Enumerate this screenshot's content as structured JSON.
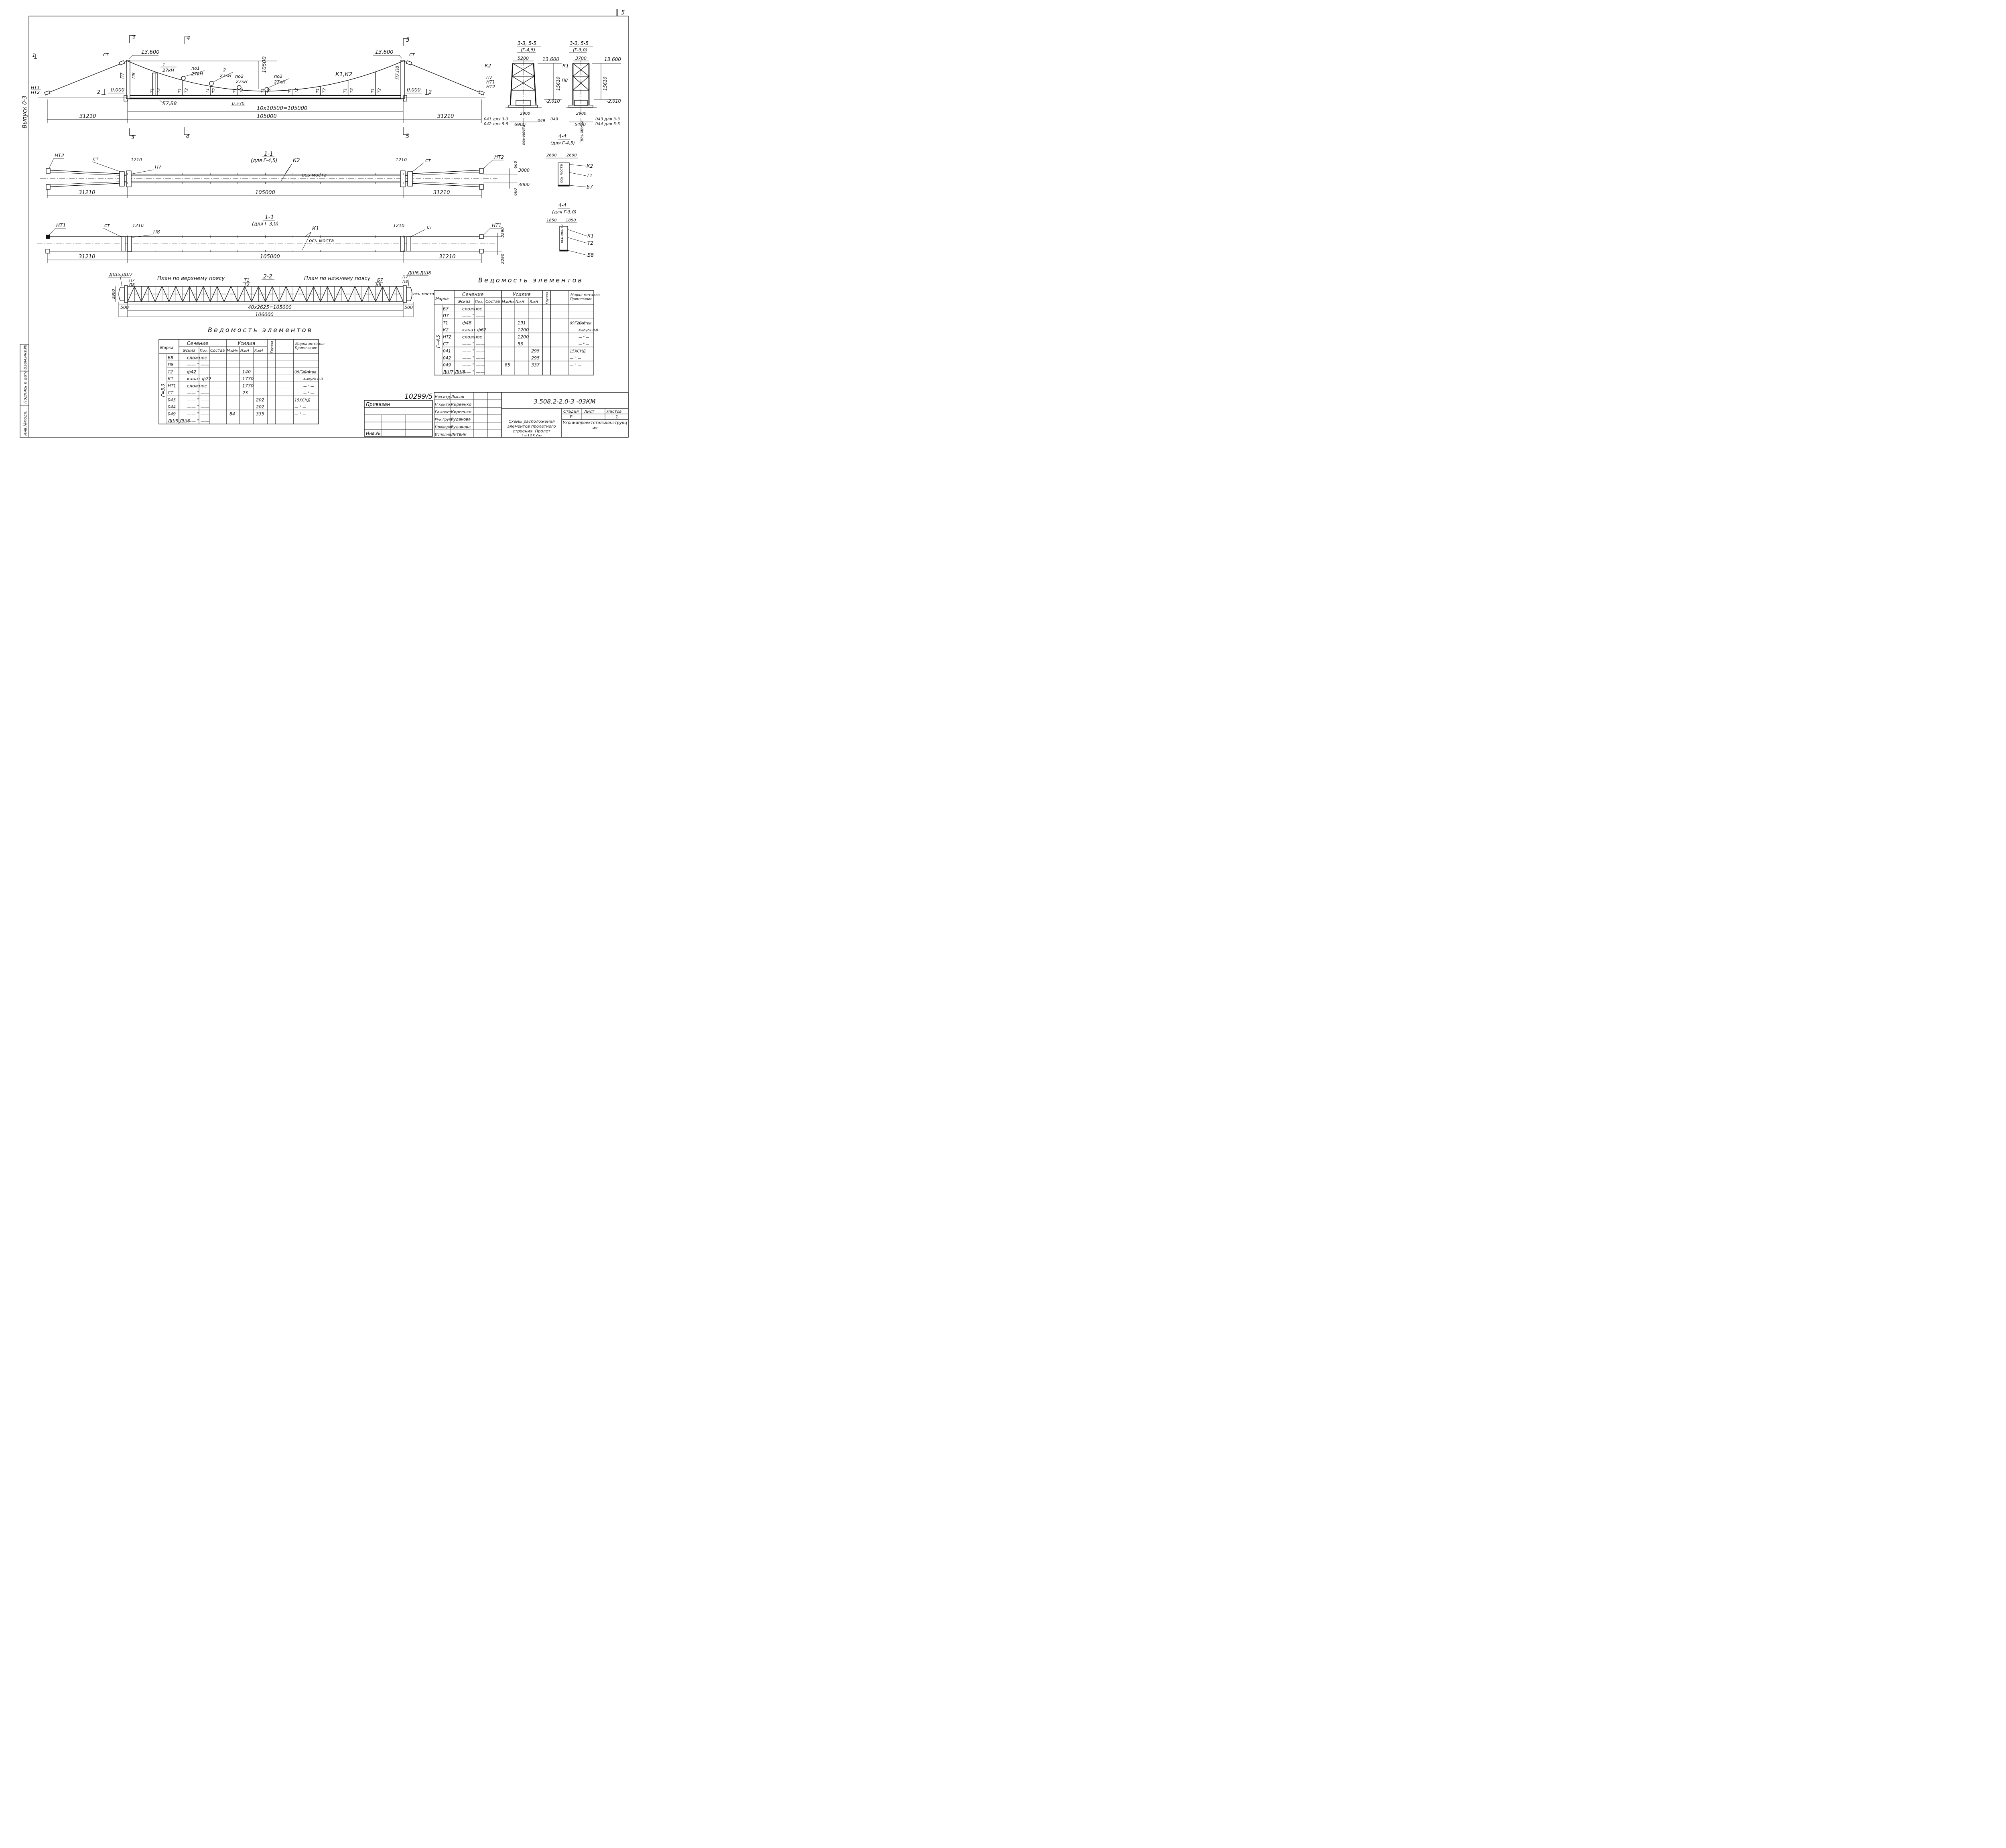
{
  "sheet": {
    "page_number": "5",
    "series": "Выпуск 0-3",
    "code": "3.508.2-2.0-3 -03КМ",
    "attached_label": "Привязан",
    "archive_no": "10299/5",
    "inv_no_label": "Инв.№",
    "title": "Схемы расположения элементов пролетного строения. Пролет L=105,0м",
    "org": "Укрниипроектстальконструкция",
    "stage_head": {
      "stage": "Стадия",
      "sheet": "Лист",
      "sheets": "Листов"
    },
    "stage_vals": {
      "stage": "Р",
      "sheet": "",
      "sheets": "1"
    },
    "staff": [
      {
        "role": "Нач.отд.",
        "name": "Лысов"
      },
      {
        "role": "Н.контр.",
        "name": "Киреенко"
      },
      {
        "role": "Гл.конст.",
        "name": "Киреенко"
      },
      {
        "role": "Рук.групп.",
        "name": "Рудакова"
      },
      {
        "role": "Проверил",
        "name": "Рудакова"
      },
      {
        "role": "Исполнил",
        "name": "Литвин"
      }
    ],
    "margin_stamps": [
      "Инв.№подл.",
      "Подпись и дата",
      "Взам.инв.№"
    ]
  },
  "elevation": {
    "marks": {
      "top_left": "13.600",
      "top_right": "13.600",
      "ground_left": "0.000",
      "ground_right": "0.000",
      "low": "0.530"
    },
    "height": "10500",
    "spans": {
      "left": "31210",
      "right": "31210",
      "panels": "10х10500=105000",
      "total": "105000"
    },
    "labels": {
      "ct_left": "ст",
      "ct_right": "ст",
      "nt1": "НТ1",
      "nt2": "НТ2",
      "nt1r": "НТ1",
      "nt2r": "НТ2",
      "p7": "П7",
      "p8": "П8",
      "p7p8": "П7,П8",
      "b7b8": "Б7,Б8",
      "k1k2": "К1,К2"
    },
    "sections": {
      "s1": "1",
      "s2": "2",
      "s3": "3",
      "s4": "4",
      "s5": "5"
    },
    "loads": [
      {
        "name": "1",
        "force": "27кН"
      },
      {
        "name": "по1",
        "force": "27кН"
      },
      {
        "name": "2",
        "force": "27кН"
      },
      {
        "name": "по2",
        "force": "27кН"
      },
      {
        "name": "по2",
        "force": "27кН"
      }
    ],
    "t1": "Т1",
    "t2": "Т2"
  },
  "tower_views": {
    "v45": {
      "title": "3-3, 5-5",
      "sub": "(Г-4,5)",
      "top": "13.600",
      "bottom": "-2.010",
      "h": "15610",
      "w_top": "5200",
      "base1": "2900",
      "base2": "6900",
      "k": "К2",
      "p": "П7",
      "nt1": "НТ1",
      "nt2": "НТ2",
      "o1": "041 для 3-3",
      "o2": "042 для 5-5",
      "o3": "049",
      "axis": "ось моста"
    },
    "v30": {
      "title": "3-3, 5-5",
      "sub": "(Г-3,0)",
      "top": "13.600",
      "bottom": "-2.010",
      "h": "15610",
      "w_top": "3700",
      "base1": "2900",
      "base2": "5400",
      "k": "К1",
      "p": "П8",
      "o1": "043 для 3-3",
      "o2": "044 для 5-5",
      "o3": "049",
      "axis": "ось моста"
    }
  },
  "plan45": {
    "title": "1-1",
    "sub": "(для Г-4,5)",
    "k": "К2",
    "ct_l": "ст",
    "ct_r": "ст",
    "p": "П7",
    "nt_l": "НТ2",
    "nt_r": "НТ2",
    "d1": "1210",
    "d2": "1210",
    "left": "31210",
    "mid": "105000",
    "right": "31210",
    "w1": "3000",
    "w2": "3000",
    "e1": "660",
    "e2": "660",
    "axis": "ось моста"
  },
  "plan30": {
    "title": "1-1",
    "sub": "(для Г-3,0)",
    "k": "К1",
    "ct_l": "ст",
    "ct_r": "ст",
    "p": "П8",
    "nt_l": "НТ1",
    "nt_r": "НТ1",
    "d1": "1210",
    "d2": "1210",
    "left": "31210",
    "mid": "105000",
    "right": "31210",
    "e1": "2290",
    "e2": "2290",
    "axis": "ось моста"
  },
  "sec44a": {
    "title": "4-4",
    "sub": "(для Г-4,5)",
    "w1": "2600",
    "w2": "2600",
    "k": "К2",
    "t": "Т1",
    "b": "Б7",
    "axis": "ось моста"
  },
  "sec44b": {
    "title": "4-4",
    "sub": "(для Г-3,0)",
    "w1": "1850",
    "w2": "1850",
    "k": "К1",
    "t": "Т2",
    "b": "Б8",
    "axis": "ось моста"
  },
  "plan22": {
    "title": "2-2",
    "upper": "План по верхнему поясу",
    "lower": "План по нижнему поясу",
    "dsh_l": "ДШ5,ДШ7",
    "dsh_r": "ДШ6,ДШ8",
    "p7": "П7",
    "p8": "П8",
    "t1": "Т1",
    "t2": "Т2",
    "b7": "Б7",
    "b8": "Б8",
    "width": "2900",
    "ends": [
      "500",
      "500"
    ],
    "panels": "40х2625=105000",
    "total": "106000",
    "axis": "ось моста"
  },
  "table_right": {
    "title": "Ведомость элементов",
    "head": {
      "mark": "Марка",
      "section": "Сечение",
      "sketch": "Эскиз",
      "pos": "Поз.",
      "comp": "Состав",
      "forces": "Усилия",
      "m": "M,кНм",
      "n": "N,кН",
      "r": "R,кН",
      "group": "Группа",
      "steel": "Марка металла",
      "note": "Примечание"
    },
    "group_label": "Г=4,5",
    "rows": [
      {
        "mark": "Б7",
        "comp": "сложное",
        "m": "",
        "n": "",
        "r": "",
        "steel": "",
        "note": ""
      },
      {
        "mark": "П7",
        "comp": "—— \" ——",
        "m": "",
        "n": "",
        "r": "",
        "steel": "",
        "note": ""
      },
      {
        "mark": "Т1",
        "comp": "ф48",
        "m": "",
        "n": "191",
        "r": "",
        "steel": "09Г2С-6",
        "note": "смотри"
      },
      {
        "mark": "К2",
        "comp": "канат ф62",
        "m": "",
        "n": "1200",
        "r": "",
        "steel": "",
        "note": "выпуск 0-0"
      },
      {
        "mark": "НТ2",
        "comp": "сложное",
        "m": "",
        "n": "1200",
        "r": "",
        "steel": "",
        "note": "— \" —"
      },
      {
        "mark": "СТ",
        "comp": "—— \" ——",
        "m": "",
        "n": "53",
        "r": "",
        "steel": "",
        "note": "— \" —"
      },
      {
        "mark": "041",
        "comp": "—— \" ——",
        "m": "",
        "n": "",
        "r": "295",
        "steel": "15ХСНД",
        "note": ""
      },
      {
        "mark": "042",
        "comp": "—— \" ——",
        "m": "",
        "n": "",
        "r": "295",
        "steel": "— \" —",
        "note": ""
      },
      {
        "mark": "049",
        "comp": "—— \" ——",
        "m": "85",
        "n": "",
        "r": "337",
        "steel": "— \" —",
        "note": ""
      },
      {
        "mark": "ДШ7 ДШ8",
        "comp": "—— \" ——",
        "m": "",
        "n": "",
        "r": "",
        "steel": "",
        "note": ""
      }
    ]
  },
  "table_left": {
    "title": "Ведомость элементов",
    "head": {
      "mark": "Марка",
      "section": "Сечение",
      "sketch": "Эскиз",
      "pos": "Поз.",
      "comp": "Состав",
      "forces": "Усилия",
      "m": "M,кНм",
      "n": "N,кН",
      "r": "R,кН",
      "group": "Группа",
      "steel": "Марка металла",
      "note": "Примечание"
    },
    "group_label": "Г=3,0",
    "rows": [
      {
        "mark": "Б8",
        "comp": "сложное",
        "m": "",
        "n": "",
        "r": "",
        "steel": "",
        "note": ""
      },
      {
        "mark": "П8",
        "comp": "—— \" ——",
        "m": "",
        "n": "",
        "r": "",
        "steel": "",
        "note": ""
      },
      {
        "mark": "Т2",
        "comp": "ф42",
        "m": "",
        "n": "140",
        "r": "",
        "steel": "09Г2С-6",
        "note": "смотри"
      },
      {
        "mark": "К1",
        "comp": "канат ф72",
        "m": "",
        "n": "1770",
        "r": "",
        "steel": "",
        "note": "выпуск 0-0"
      },
      {
        "mark": "НТ1",
        "comp": "сложное",
        "m": "",
        "n": "1770",
        "r": "",
        "steel": "",
        "note": "— \" —"
      },
      {
        "mark": "СТ",
        "comp": "—— \" ——",
        "m": "",
        "n": "23",
        "r": "",
        "steel": "",
        "note": "— \" —"
      },
      {
        "mark": "043",
        "comp": "—— \" ——",
        "m": "",
        "n": "",
        "r": "202",
        "steel": "15ХСНД",
        "note": ""
      },
      {
        "mark": "044",
        "comp": "—— \" ——",
        "m": "",
        "n": "",
        "r": "202",
        "steel": "— \" —",
        "note": ""
      },
      {
        "mark": "049",
        "comp": "—— \" ——",
        "m": "84",
        "n": "",
        "r": "335",
        "steel": "— \" —",
        "note": ""
      },
      {
        "mark": "ДШ5 ДШ6",
        "comp": "—— \" ——",
        "m": "",
        "n": "",
        "r": "",
        "steel": "",
        "note": ""
      }
    ]
  }
}
